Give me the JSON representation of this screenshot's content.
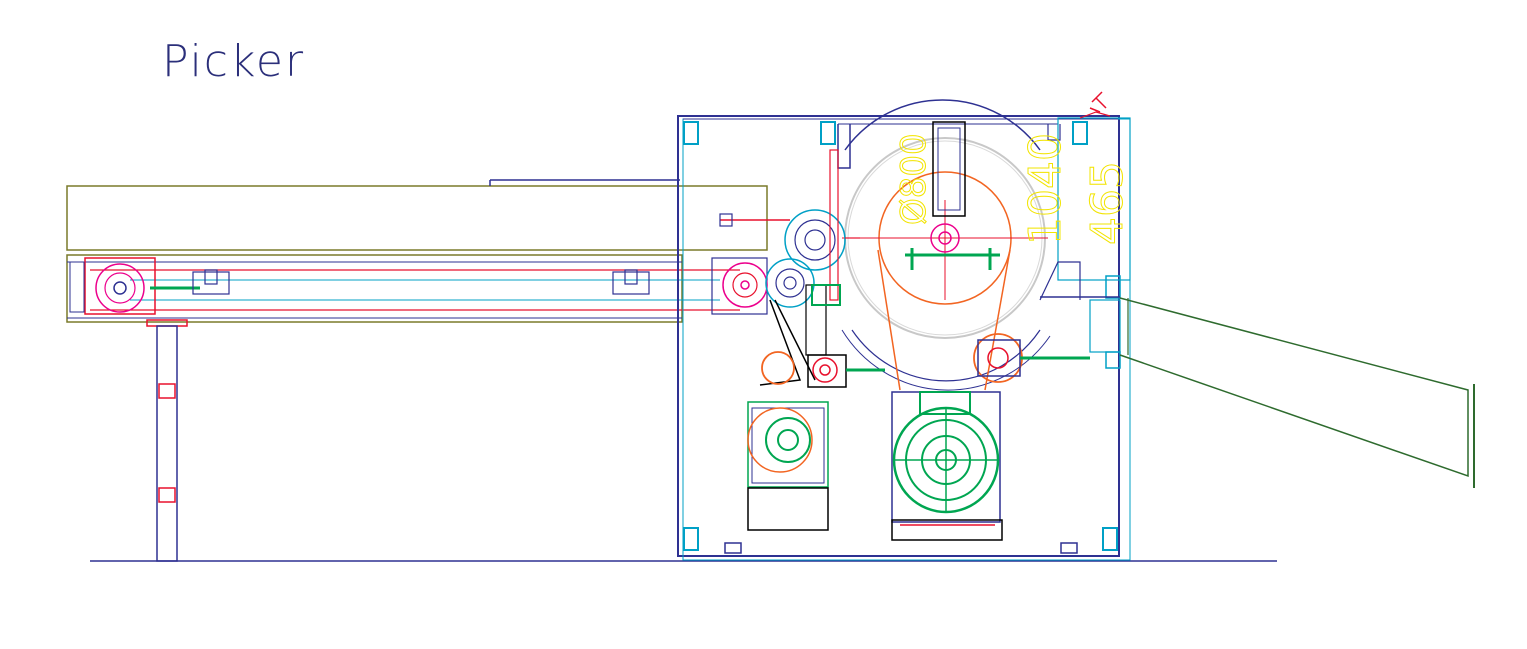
{
  "title": "Picker",
  "dimensions": {
    "dim_a": "Ø800",
    "dim_b": "1040",
    "dim_c": "465"
  },
  "colors": {
    "title": "#2b2f7a",
    "frame_navy": "#2e3192",
    "cyan": "#00a0c6",
    "red": "#e8112d",
    "green": "#00a651",
    "olive": "#7a7a2a",
    "orange": "#f26522",
    "magenta": "#ec008c",
    "dark_green": "#2e6b2e",
    "yellow": "#f2e400",
    "gray": "#c8c8c8"
  }
}
